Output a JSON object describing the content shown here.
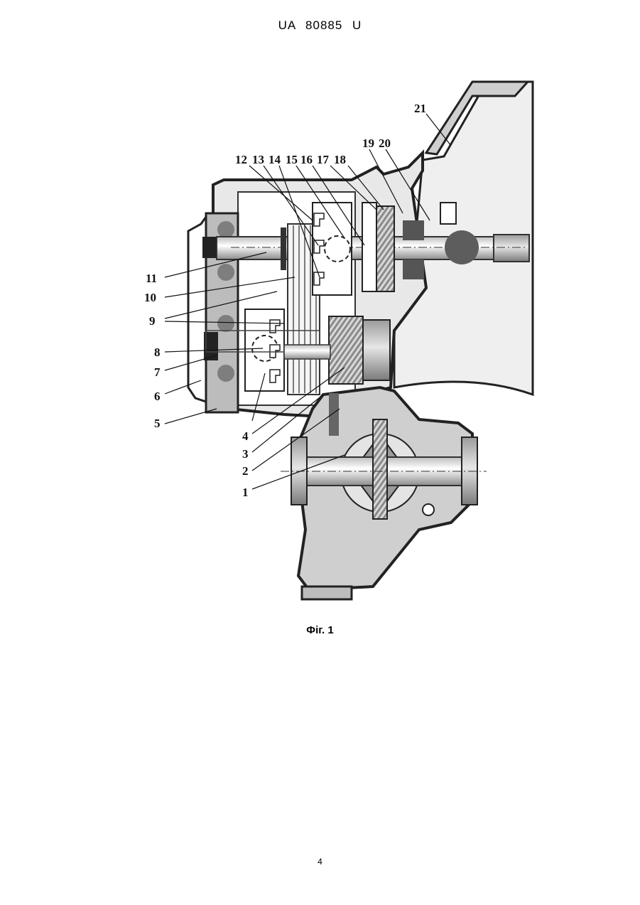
{
  "header": {
    "doc_number": "UA   80885   U"
  },
  "figure": {
    "caption": "Фіг. 1",
    "labels": [
      "1",
      "2",
      "3",
      "4",
      "5",
      "6",
      "7",
      "8",
      "9",
      "10",
      "11",
      "12",
      "13",
      "14",
      "15",
      "16",
      "17",
      "18",
      "19",
      "20",
      "21"
    ]
  },
  "footer": {
    "page_number": "4"
  }
}
